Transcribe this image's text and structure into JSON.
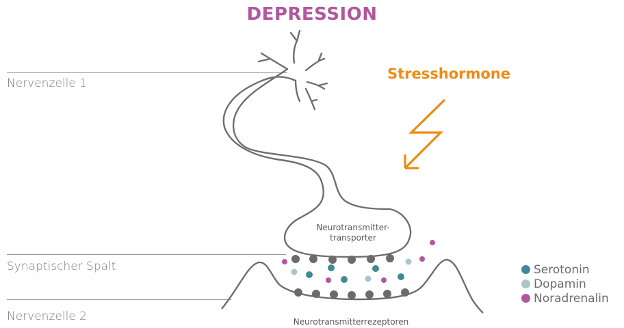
{
  "title": "DEPRESSION",
  "labels": {
    "nerve_cell_1": "Nervenzelle 1",
    "synaptic_cleft": "Synaptischer Spalt",
    "nerve_cell_2": "Nervenzelle 2",
    "stress": "Stresshormone",
    "transporter_line1": "Neurotransmitter-",
    "transporter_line2": "transporter",
    "receptors": "Neurotransmitterrezeptoren"
  },
  "legend": [
    {
      "label": "Serotonin",
      "color": "#3e8a96"
    },
    {
      "label": "Dopamin",
      "color": "#a9c6cd"
    },
    {
      "label": "Noradrenalin",
      "color": "#b2579f"
    }
  ],
  "colors": {
    "title": "#b2579f",
    "stress": "#ef8a12",
    "outline": "#6e6e6e",
    "receptor": "#6b6b6b"
  }
}
